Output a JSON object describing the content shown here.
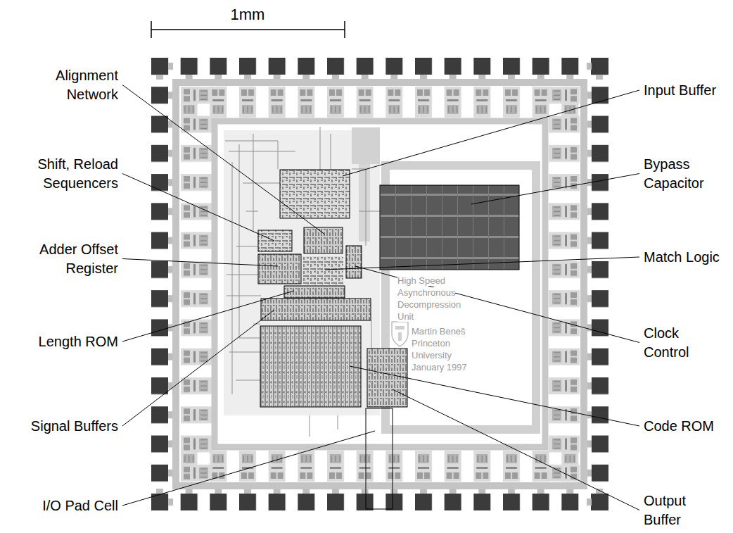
{
  "diagram": {
    "labels": [
      "1mm",
      "Alignment Network",
      "Shift, Reload Sequencers",
      "Adder Offset Register",
      "Length ROM",
      "Signal Buffers",
      "I/O Pad Cell",
      "Input Buffer",
      "Bypass Capacitor",
      "Match Logic",
      "Clock Control",
      "Code ROM",
      "Output Buffer",
      "High Speed Asynchronous Decompression Unit",
      "Martin Beneš Princeton University January 1997"
    ]
  }
}
